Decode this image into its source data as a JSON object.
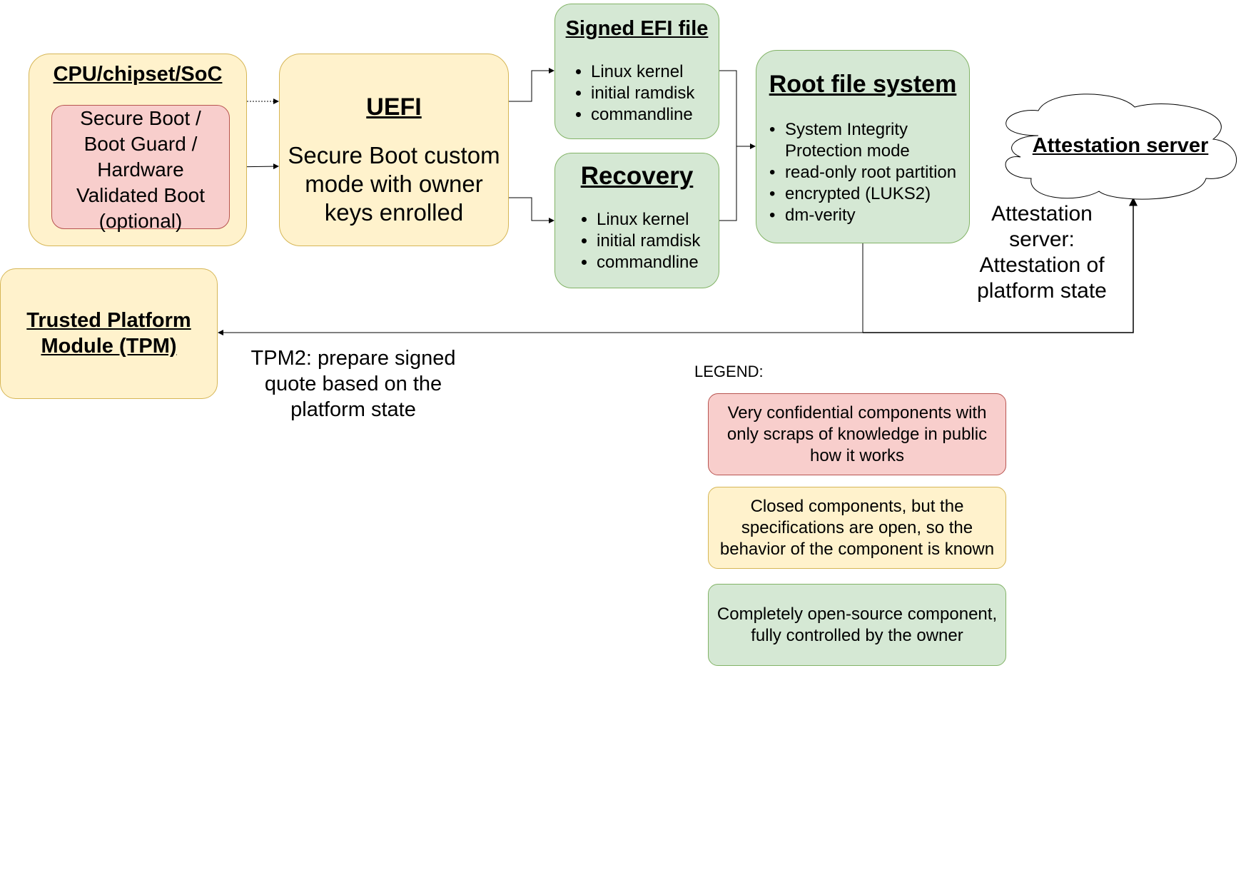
{
  "cpu": {
    "title": "CPU/chipset/SoC",
    "inner_lines": [
      "Secure Boot /",
      "Boot Guard /",
      "Hardware",
      "Validated Boot",
      "(optional)"
    ]
  },
  "uefi": {
    "title": "UEFI",
    "lines": [
      "Secure Boot custom",
      "mode with owner",
      "keys enrolled"
    ]
  },
  "signed_efi": {
    "title": "Signed EFI file",
    "items": [
      "Linux kernel",
      "initial ramdisk",
      "commandline"
    ]
  },
  "recovery": {
    "title": "Recovery",
    "items": [
      "Linux kernel",
      "initial ramdisk",
      "commandline"
    ]
  },
  "rootfs": {
    "title": "Root file system",
    "items": [
      "System Integrity",
      "Protection mode",
      "read-only root partition",
      "encrypted (LUKS2)",
      "dm-verity"
    ]
  },
  "attestation_cloud": {
    "title": "Attestation server"
  },
  "attestation_label": {
    "lines": [
      "Attestation",
      "server:",
      "Attestation of",
      "platform state"
    ]
  },
  "tpm": {
    "lines": [
      "Trusted Platform",
      "Module (TPM)"
    ]
  },
  "tpm_label": {
    "lines": [
      "TPM2: prepare signed",
      "quote based on the",
      "platform state"
    ]
  },
  "legend": {
    "heading": "LEGEND:",
    "red_lines": [
      "Very confidential components with",
      "only scraps of knowledge in public",
      "how it works"
    ],
    "yellow_lines": [
      "Closed components, but the",
      "specifications are open, so the",
      "behavior of the component is known"
    ],
    "green_lines": [
      "Completely open-source component,",
      "fully controlled by the owner"
    ]
  },
  "colors": {
    "yellow_fill": "#fff2cc",
    "yellow_border": "#d6b656",
    "green_fill": "#d5e8d4",
    "green_border": "#82b366",
    "red_fill": "#f8cecc",
    "red_border": "#b85450"
  }
}
